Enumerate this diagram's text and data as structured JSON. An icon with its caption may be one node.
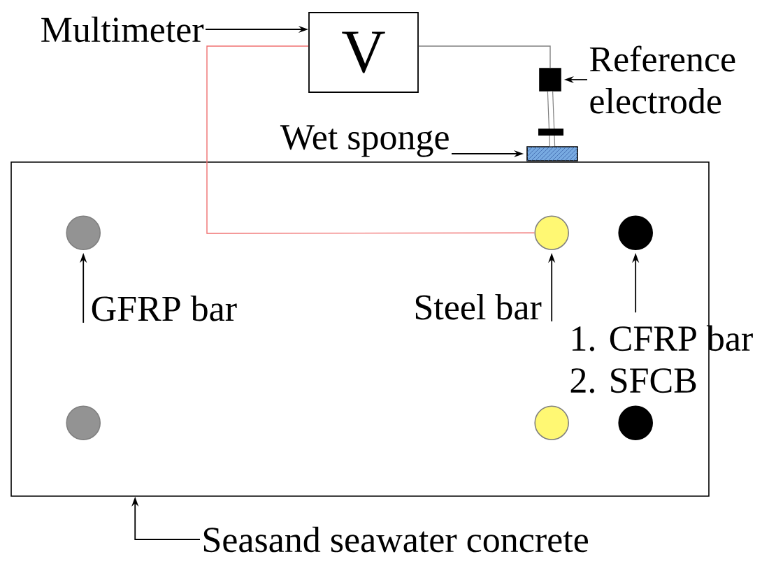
{
  "diagram": {
    "nodes": [
      {
        "text": [],
        "shape": "box"
      },
      {
        "text": [
          "V"
        ]
      },
      {
        "text": [],
        "shape": "box"
      },
      {
        "text": [],
        "shape": "box"
      },
      {
        "text": [],
        "shape": "circle",
        "in": 0
      },
      {
        "text": [],
        "shape": "circle",
        "in": 0
      },
      {
        "text": [],
        "shape": "circle",
        "in": 0
      },
      {
        "text": [],
        "shape": "circle",
        "in": 0
      },
      {
        "text": [],
        "shape": "circle",
        "in": 0
      },
      {
        "text": [],
        "shape": "circle",
        "in": 0
      },
      {
        "text": [
          "Multimeter"
        ]
      },
      {
        "text": [
          "Reference electrode"
        ]
      },
      {
        "text": [
          "Wet sponge"
        ]
      },
      {
        "text": [
          "GFRP bar"
        ],
        "in": 0
      },
      {
        "text": [
          "Steel bar"
        ],
        "in": 0
      },
      {
        "text": [
          "1. CFRP bar",
          "2. SFCB"
        ]
      },
      {
        "text": [
          "Seasand seawater concrete"
        ]
      }
    ],
    "edges": [
      {
        "from": 10,
        "to": 1,
        "arrow": "to"
      },
      {
        "from": 11,
        "to": 2,
        "arrow": "to"
      },
      {
        "from": 12,
        "to": 3,
        "arrow": "to"
      },
      {
        "from": 13,
        "to": 4,
        "arrow": "to"
      },
      {
        "from": 14,
        "to": 5,
        "arrow": "to"
      },
      {
        "from": 15,
        "to": 6,
        "arrow": "to"
      },
      {
        "from": 16,
        "to": 0,
        "arrow": "to"
      },
      {
        "from": 1,
        "to": 5,
        "arrow": "none",
        "color": "#f07070"
      },
      {
        "from": 1,
        "to": 2,
        "arrow": "none",
        "color": "#808080"
      },
      {
        "from": 2,
        "to": 3,
        "arrow": "none",
        "style": "thick",
        "color": "#808080"
      }
    ]
  }
}
